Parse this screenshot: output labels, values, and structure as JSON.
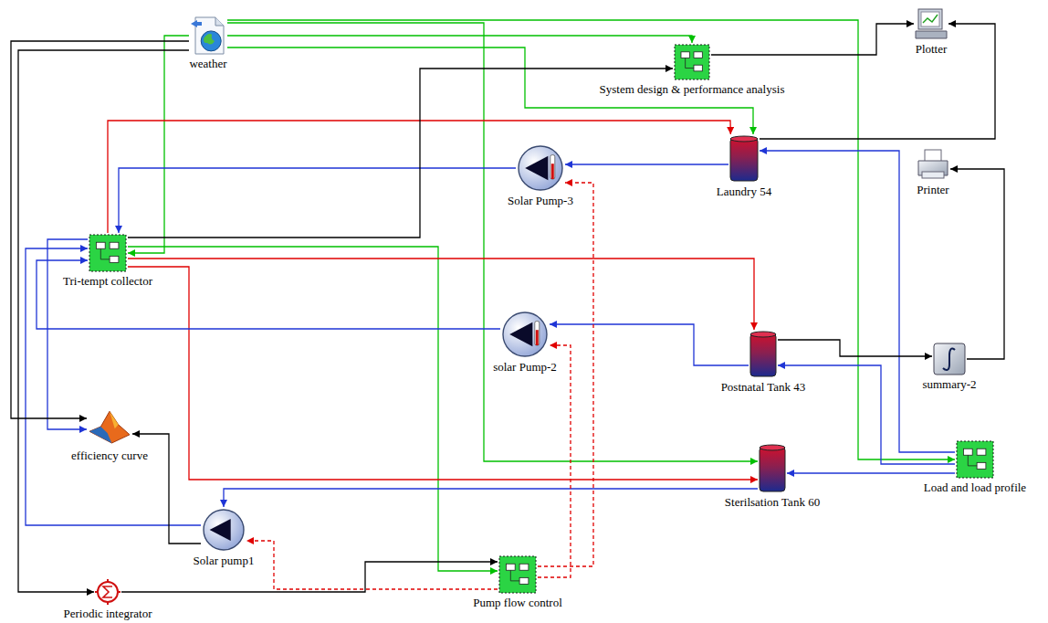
{
  "diagram": {
    "nodes": [
      {
        "text": [
          "weather"
        ]
      },
      {
        "text": [
          "System design & performance analysis"
        ]
      },
      {
        "text": [
          "Plotter"
        ]
      },
      {
        "text": [
          "Printer"
        ]
      },
      {
        "text": [
          "Solar Pump-3"
        ]
      },
      {
        "text": [
          "Laundry 54"
        ]
      },
      {
        "text": [
          "Tri-tempt collector"
        ]
      },
      {
        "text": [
          "solar Pump-2"
        ]
      },
      {
        "text": [
          "Postnatal Tank 43"
        ]
      },
      {
        "text": [
          "summary-2"
        ]
      },
      {
        "text": [
          "efficiency curve"
        ]
      },
      {
        "text": [
          "Sterilsation Tank 60"
        ]
      },
      {
        "text": [
          "Load and load profile"
        ]
      },
      {
        "text": [
          "Solar pump1"
        ]
      },
      {
        "text": [
          "Pump flow control"
        ]
      },
      {
        "text": [
          "Periodic integrator"
        ]
      }
    ],
    "edges": [
      {
        "from": 0,
        "to": 6,
        "arrow": "to"
      },
      {
        "from": 0,
        "to": 1,
        "arrow": "to"
      },
      {
        "from": 0,
        "to": 5,
        "arrow": "to"
      },
      {
        "from": 0,
        "to": 11,
        "arrow": "to"
      },
      {
        "from": 0,
        "to": 12,
        "arrow": "to"
      },
      {
        "from": 6,
        "to": 14,
        "arrow": "to"
      },
      {
        "from": 6,
        "to": 5,
        "arrow": "to"
      },
      {
        "from": 6,
        "to": 8,
        "arrow": "to"
      },
      {
        "from": 6,
        "to": 11,
        "arrow": "to"
      },
      {
        "from": 5,
        "to": 4,
        "arrow": "to"
      },
      {
        "from": 4,
        "to": 6,
        "arrow": "to"
      },
      {
        "from": 8,
        "to": 7,
        "arrow": "to"
      },
      {
        "from": 7,
        "to": 6,
        "arrow": "to"
      },
      {
        "from": 11,
        "to": 13,
        "arrow": "to"
      },
      {
        "from": 13,
        "to": 6,
        "arrow": "to"
      },
      {
        "from": 6,
        "to": 10,
        "arrow": "to"
      },
      {
        "from": 12,
        "to": 5,
        "arrow": "to"
      },
      {
        "from": 12,
        "to": 8,
        "arrow": "to"
      },
      {
        "from": 12,
        "to": 11,
        "arrow": "to"
      },
      {
        "from": 14,
        "to": 4,
        "arrow": "to"
      },
      {
        "from": 14,
        "to": 7,
        "arrow": "to"
      },
      {
        "from": 14,
        "to": 13,
        "arrow": "to"
      },
      {
        "from": 6,
        "to": 1,
        "arrow": "to"
      },
      {
        "from": 1,
        "to": 2,
        "arrow": "to"
      },
      {
        "from": 5,
        "to": 2,
        "arrow": "to"
      },
      {
        "from": 9,
        "to": 3,
        "arrow": "to"
      },
      {
        "from": 8,
        "to": 9,
        "arrow": "to"
      },
      {
        "from": 0,
        "to": 10,
        "arrow": "to"
      },
      {
        "from": 0,
        "to": 15,
        "arrow": "to"
      },
      {
        "from": 13,
        "to": 10,
        "arrow": "to"
      },
      {
        "from": 15,
        "to": 14,
        "arrow": "to"
      }
    ]
  }
}
